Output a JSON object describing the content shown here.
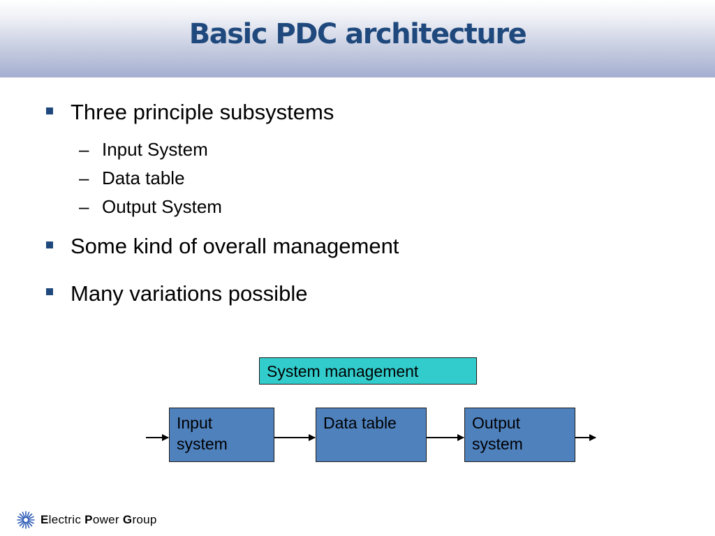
{
  "title": "Basic PDC architecture",
  "bullets": [
    {
      "text": "Three principle subsystems",
      "sub": [
        "Input System",
        "Data table",
        "Output System"
      ]
    },
    {
      "text": "Some kind of overall management"
    },
    {
      "text": "Many variations possible"
    }
  ],
  "diagram": {
    "management": "System management",
    "boxes": [
      "Input\nsystem",
      "Data table",
      "Output\nsystem"
    ]
  },
  "footer": {
    "logo_icon": "starburst-logo-icon",
    "company_initials": [
      "E",
      "P",
      "G"
    ],
    "company_parts": [
      "lectric",
      "ower",
      "roup"
    ]
  },
  "colors": {
    "title": "#1f497d",
    "box_fill": "#4f81bd",
    "management_fill": "#33cccc",
    "logo": "#2b58b5"
  }
}
